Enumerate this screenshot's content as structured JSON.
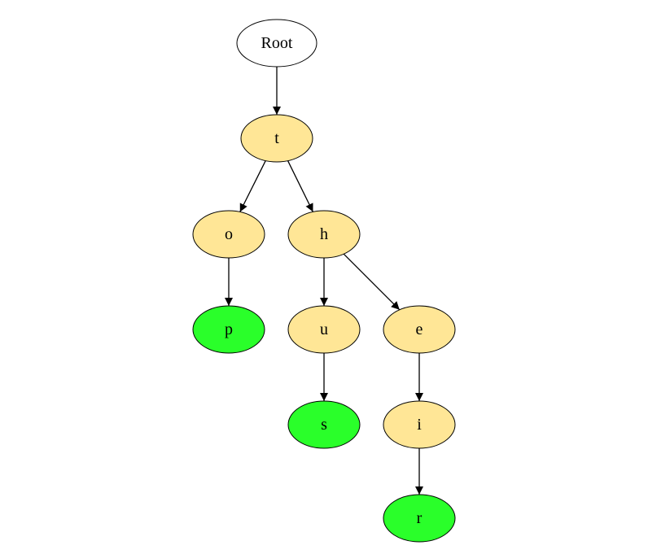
{
  "diagram": {
    "type": "tree",
    "colors": {
      "root": "#ffffff",
      "internal": "#ffe696",
      "leaf": "#2aff2a",
      "stroke": "#000000"
    },
    "nodes": [
      {
        "id": "root",
        "label": "Root",
        "kind": "root"
      },
      {
        "id": "t",
        "label": "t",
        "kind": "internal"
      },
      {
        "id": "o",
        "label": "o",
        "kind": "internal"
      },
      {
        "id": "h",
        "label": "h",
        "kind": "internal"
      },
      {
        "id": "p",
        "label": "p",
        "kind": "leaf"
      },
      {
        "id": "u",
        "label": "u",
        "kind": "internal"
      },
      {
        "id": "e",
        "label": "e",
        "kind": "internal"
      },
      {
        "id": "s",
        "label": "s",
        "kind": "leaf"
      },
      {
        "id": "i",
        "label": "i",
        "kind": "internal"
      },
      {
        "id": "r",
        "label": "r",
        "kind": "leaf"
      }
    ],
    "edges": [
      {
        "from": "root",
        "to": "t"
      },
      {
        "from": "t",
        "to": "o"
      },
      {
        "from": "t",
        "to": "h"
      },
      {
        "from": "o",
        "to": "p"
      },
      {
        "from": "h",
        "to": "u"
      },
      {
        "from": "h",
        "to": "e"
      },
      {
        "from": "u",
        "to": "s"
      },
      {
        "from": "e",
        "to": "i"
      },
      {
        "from": "i",
        "to": "r"
      }
    ]
  }
}
